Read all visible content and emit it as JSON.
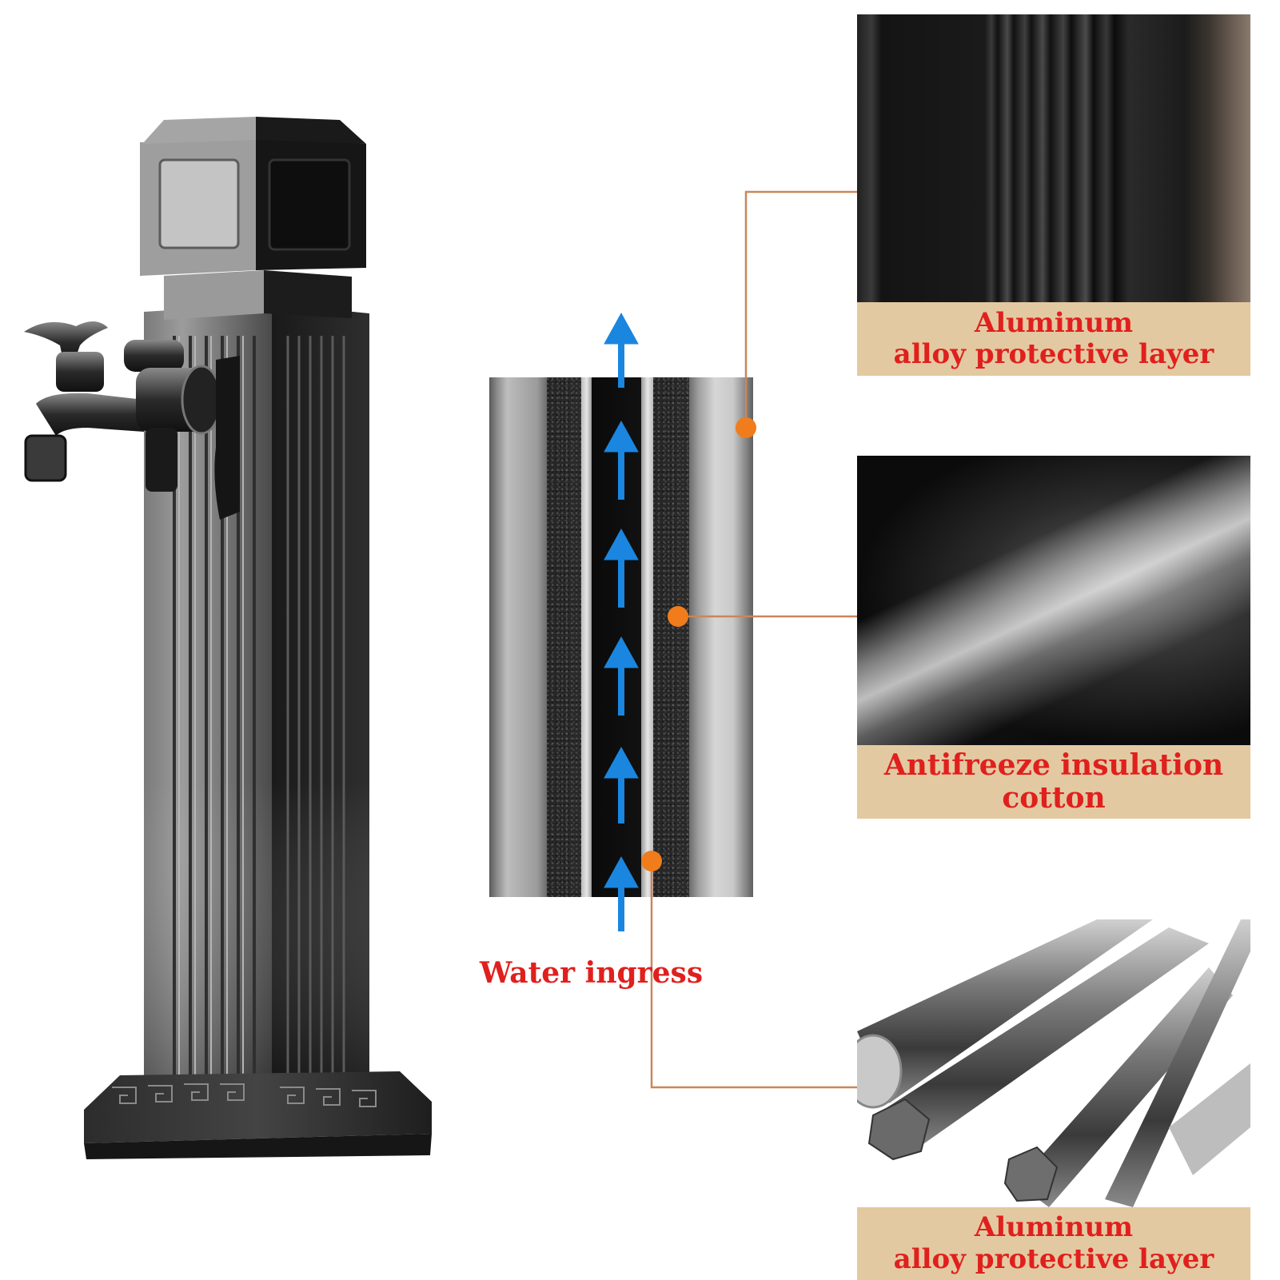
{
  "diagram": {
    "flow_label": "Water ingress",
    "layers": [
      {
        "line1": "Aluminum",
        "line2": "alloy protective layer"
      },
      {
        "line1": "Antifreeze insulation cotton",
        "line2": ""
      },
      {
        "line1": "Aluminum",
        "line2": "alloy protective layer"
      }
    ]
  },
  "colors": {
    "label_red": "#e0201d",
    "caption_bg": "#e3c9a1",
    "leader_line": "#c8875a",
    "marker_dot": "#f07c1c",
    "flow_arrow": "#1a86e0"
  },
  "icons": {
    "flow_arrow": "arrow-up-icon",
    "marker": "dot-marker-icon"
  }
}
